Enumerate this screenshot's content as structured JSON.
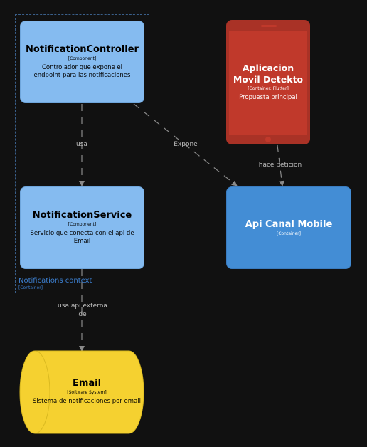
{
  "boundary": {
    "label": "Notifications context",
    "tag": "[Container]"
  },
  "nodes": {
    "notification_controller": {
      "title": "NotificationController",
      "tag": "[Component]",
      "desc": "Controlador que expone el endpoint para las notificaciones"
    },
    "notification_service": {
      "title": "NotificationService",
      "tag": "[Component]",
      "desc": "Servicio que conecta con el api de Email"
    },
    "mobile_app": {
      "title": "Aplicacion Movil Detekto",
      "tag": "[Container: Flutter]",
      "desc": "Propuesta principal"
    },
    "api_canal": {
      "title": "Api Canal Mobile",
      "tag": "[Container]"
    },
    "email": {
      "title": "Email",
      "tag": "[Software System]",
      "desc": "Sistema de notificaciones por email"
    }
  },
  "edges": {
    "usa": "usa",
    "expone": "Expone",
    "hace_peticion": "hace peticion",
    "usa_api_externa": "usa api externa de"
  },
  "colors": {
    "component": "#85bbf0",
    "container": "#438dd5",
    "mobile": "#c0392b",
    "external_system": "#f5d130",
    "arrow": "#8a8a8a",
    "boundary": "#3c7fd0"
  }
}
